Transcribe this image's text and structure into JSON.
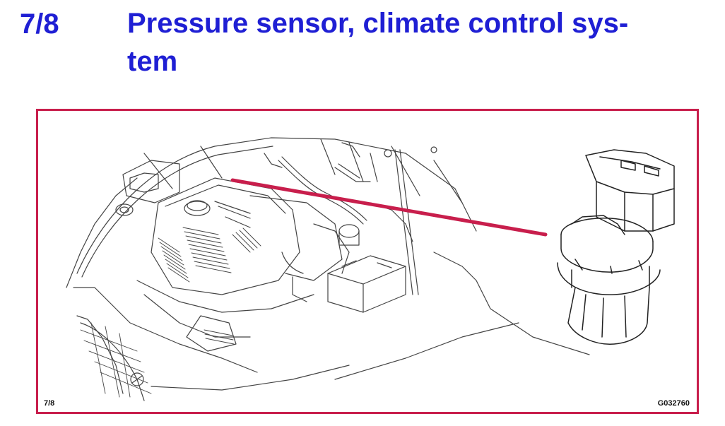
{
  "header": {
    "section_number": "7/8",
    "title_line1": "Pressure sensor, climate control sys-",
    "title_line2": "tem"
  },
  "figure": {
    "label": "7/8",
    "image_id": "G032760",
    "pointer_color": "#c81e4c",
    "frame_color": "#c81e4c",
    "title_color": "#1f1fd4"
  }
}
